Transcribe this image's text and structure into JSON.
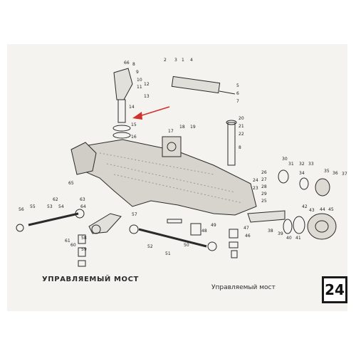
{
  "page": {
    "number": "24",
    "title_upper": "УПРАВЛЯЕМЫЙ МОСТ",
    "title_lower": "Управляемый мост"
  },
  "labels": [
    {
      "id": "n66",
      "text": "66"
    },
    {
      "id": "n8a",
      "text": "8"
    },
    {
      "id": "n9",
      "text": "9"
    },
    {
      "id": "n10",
      "text": "10"
    },
    {
      "id": "n11",
      "text": "11"
    },
    {
      "id": "n12",
      "text": "12"
    },
    {
      "id": "n13",
      "text": "13"
    },
    {
      "id": "n14",
      "text": "14"
    },
    {
      "id": "n2",
      "text": "2"
    },
    {
      "id": "n3",
      "text": "3"
    },
    {
      "id": "n1",
      "text": "1"
    },
    {
      "id": "n4",
      "text": "4"
    },
    {
      "id": "n5",
      "text": "5"
    },
    {
      "id": "n6",
      "text": "6"
    },
    {
      "id": "n7",
      "text": "7"
    },
    {
      "id": "n20",
      "text": "20"
    },
    {
      "id": "n21",
      "text": "21"
    },
    {
      "id": "n22",
      "text": "22"
    },
    {
      "id": "n15",
      "text": "15"
    },
    {
      "id": "n16",
      "text": "16"
    },
    {
      "id": "n17",
      "text": "17"
    },
    {
      "id": "n18",
      "text": "18"
    },
    {
      "id": "n19",
      "text": "19"
    },
    {
      "id": "n8b",
      "text": "8"
    },
    {
      "id": "n30",
      "text": "30"
    },
    {
      "id": "n31",
      "text": "31"
    },
    {
      "id": "n32",
      "text": "32"
    },
    {
      "id": "n33",
      "text": "33"
    },
    {
      "id": "n34",
      "text": "34"
    },
    {
      "id": "n35",
      "text": "35"
    },
    {
      "id": "n36",
      "text": "36"
    },
    {
      "id": "n37",
      "text": "37"
    },
    {
      "id": "n26",
      "text": "26"
    },
    {
      "id": "n27",
      "text": "27"
    },
    {
      "id": "n28",
      "text": "28"
    },
    {
      "id": "n29",
      "text": "29"
    },
    {
      "id": "n25",
      "text": "25"
    },
    {
      "id": "n24",
      "text": "24"
    },
    {
      "id": "n23",
      "text": "23"
    },
    {
      "id": "n38",
      "text": "38"
    },
    {
      "id": "n39",
      "text": "39"
    },
    {
      "id": "n40",
      "text": "40"
    },
    {
      "id": "n41",
      "text": "41"
    },
    {
      "id": "n42",
      "text": "42"
    },
    {
      "id": "n43",
      "text": "43"
    },
    {
      "id": "n44",
      "text": "44"
    },
    {
      "id": "n45",
      "text": "45"
    },
    {
      "id": "n46",
      "text": "46"
    },
    {
      "id": "n47",
      "text": "47"
    },
    {
      "id": "n48",
      "text": "48"
    },
    {
      "id": "n49",
      "text": "49"
    },
    {
      "id": "n50",
      "text": "50"
    },
    {
      "id": "n51",
      "text": "51"
    },
    {
      "id": "n52",
      "text": "52"
    },
    {
      "id": "n53",
      "text": "53"
    },
    {
      "id": "n54",
      "text": "54"
    },
    {
      "id": "n55",
      "text": "55"
    },
    {
      "id": "n56",
      "text": "56"
    },
    {
      "id": "n57",
      "text": "57"
    },
    {
      "id": "n58",
      "text": "58"
    },
    {
      "id": "n59",
      "text": "59"
    },
    {
      "id": "n60",
      "text": "60"
    },
    {
      "id": "n61",
      "text": "61"
    },
    {
      "id": "n62",
      "text": "62"
    },
    {
      "id": "n63",
      "text": "63"
    },
    {
      "id": "n64",
      "text": "64"
    },
    {
      "id": "n65",
      "text": "65"
    }
  ],
  "colors": {
    "ink": "#2a2a2a",
    "arrow": "#d0312d",
    "paper": "#f4f3ef"
  }
}
